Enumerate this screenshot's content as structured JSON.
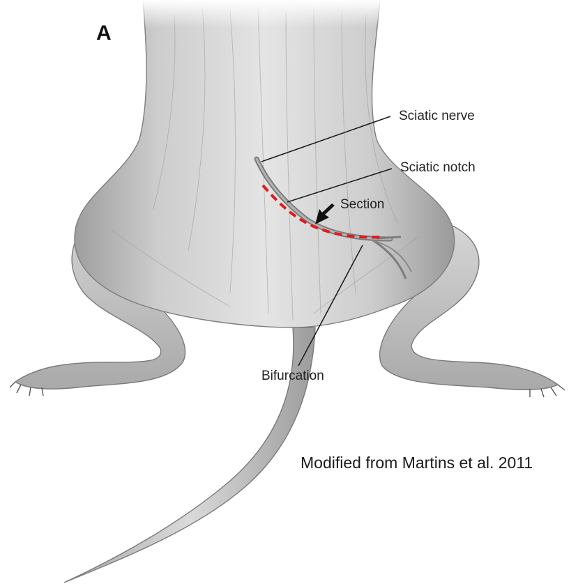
{
  "figure": {
    "panel_letter": "A",
    "labels": {
      "sciatic_nerve": "Sciatic nerve",
      "sciatic_notch": "Sciatic notch",
      "section": "Section",
      "bifurcation": "Bifurcation"
    },
    "credit": "Modified from Martins et al. 2011",
    "colors": {
      "section_line": "#e01b1b",
      "body_fill": "#c9c9c9",
      "nerve": "#8a8a8a",
      "arrow": "#111111"
    }
  }
}
